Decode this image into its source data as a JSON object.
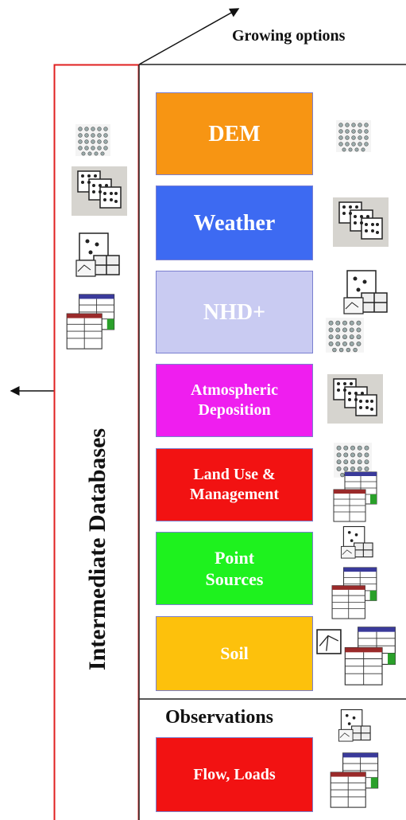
{
  "labels": {
    "growing": "Growing options",
    "intermediate": "Intermediate Databases",
    "observations": "Observations"
  },
  "boxes": [
    {
      "id": "dem",
      "label": "DEM",
      "color": "#F79513"
    },
    {
      "id": "weather",
      "label": "Weather",
      "color": "#3D6AF2"
    },
    {
      "id": "nhd",
      "label": "NHD+",
      "color": "#C9CBF2"
    },
    {
      "id": "atmo",
      "label": "Atmospheric Deposition",
      "color": "#EF1EEF"
    },
    {
      "id": "landuse",
      "label": "Land Use & Management",
      "color": "#F21212"
    },
    {
      "id": "point",
      "label": "Point Sources",
      "color": "#1EF21E"
    },
    {
      "id": "soil",
      "label": "Soil",
      "color": "#FDC10C"
    },
    {
      "id": "flow",
      "label": "Flow, Loads",
      "color": "#F21212"
    }
  ],
  "icons": {
    "grid": "raster-grid-icon",
    "point": "point-layer-icon",
    "table": "table-icon",
    "mixed": "vector-layer-icon"
  },
  "accent": {
    "intermediate_border": "#E02020",
    "frame_line": "#222222"
  }
}
